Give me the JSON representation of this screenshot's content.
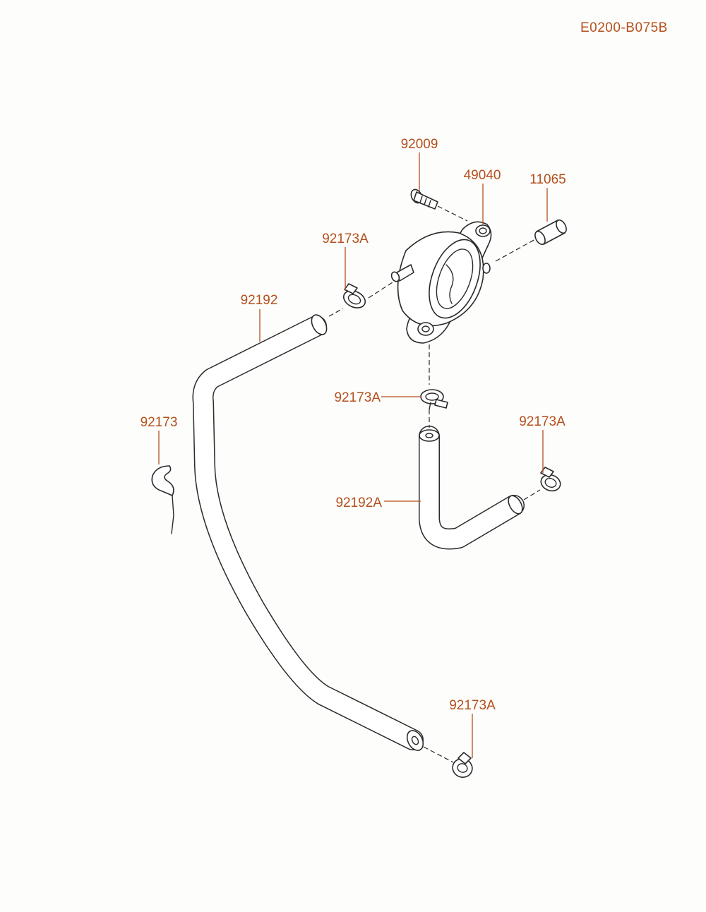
{
  "header": {
    "ref_code": "E0200-B075B"
  },
  "colors": {
    "label": "#b4501e",
    "line_art": "#2a2a2a",
    "background": "#fdfdfb"
  },
  "callouts": {
    "bolt": "92009",
    "fuel_pump": "49040",
    "spacer_tube": "11065",
    "clamp_upper_left": "92173A",
    "hose_long": "92192",
    "clamp_center": "92173A",
    "clip": "92173",
    "clamp_right": "92173A",
    "hose_short": "92192A",
    "clamp_bottom": "92173A"
  }
}
